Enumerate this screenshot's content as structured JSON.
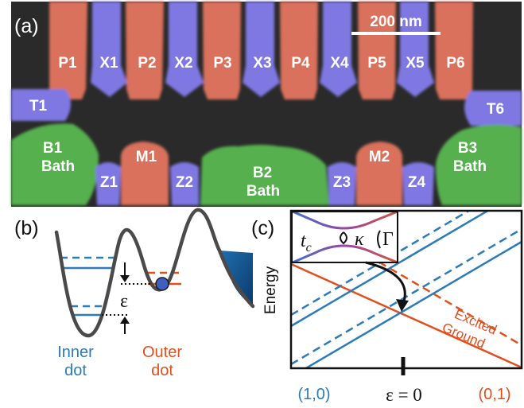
{
  "colors": {
    "plunger_red": "#d9715c",
    "barrier_blue": "#7f78e3",
    "bath_green": "#55b04e",
    "sem_background": "#2a2a2a",
    "inner_blue": "#2b7bba",
    "outer_red": "#e0501f",
    "potential_gray": "#4a4a4a"
  },
  "panel_a": {
    "label": "(a)",
    "scale_bar": "200 nm",
    "gates": {
      "P1": "P1",
      "P2": "P2",
      "P3": "P3",
      "P4": "P4",
      "P5": "P5",
      "P6": "P6",
      "X1": "X1",
      "X2": "X2",
      "X3": "X3",
      "X4": "X4",
      "X5": "X5",
      "T1": "T1",
      "T6": "T6",
      "M1": "M1",
      "M2": "M2",
      "Z1": "Z1",
      "Z2": "Z2",
      "Z3": "Z3",
      "Z4": "Z4",
      "B1": "B1",
      "B2": "B2",
      "B3": "B3",
      "bath": "Bath"
    }
  },
  "panel_b": {
    "label": "(b)",
    "epsilon": "ε",
    "inner_line1": "Inner",
    "inner_line2": "dot",
    "outer_line1": "Outer",
    "outer_line2": "dot"
  },
  "panel_c": {
    "label": "(c)",
    "ylabel": "Energy",
    "inset_tc": "t",
    "inset_tc_sub": "c",
    "inset_kappa": "κ",
    "inset_gamma": "Γ",
    "excited": "Excited",
    "ground": "Ground",
    "x_left": "(1,0)",
    "x_right": "(0,1)",
    "x_center": "ε = 0"
  }
}
